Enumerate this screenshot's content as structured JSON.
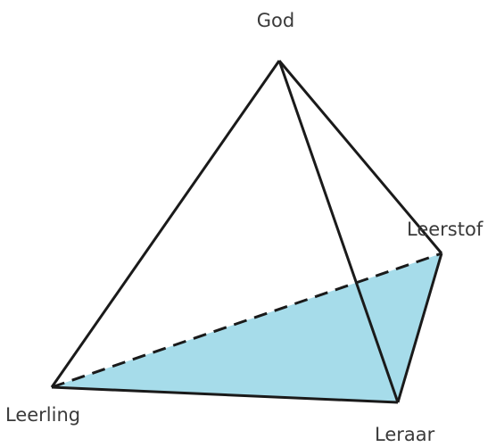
{
  "diagram": {
    "vertices": {
      "god": "God",
      "leerstof": "Leerstof",
      "leerling": "Leerling",
      "leraar": "Leraar"
    },
    "colors": {
      "base_fill": "#a6dcea",
      "edge": "#1a1a1a",
      "label": "#3a3a3a"
    }
  }
}
